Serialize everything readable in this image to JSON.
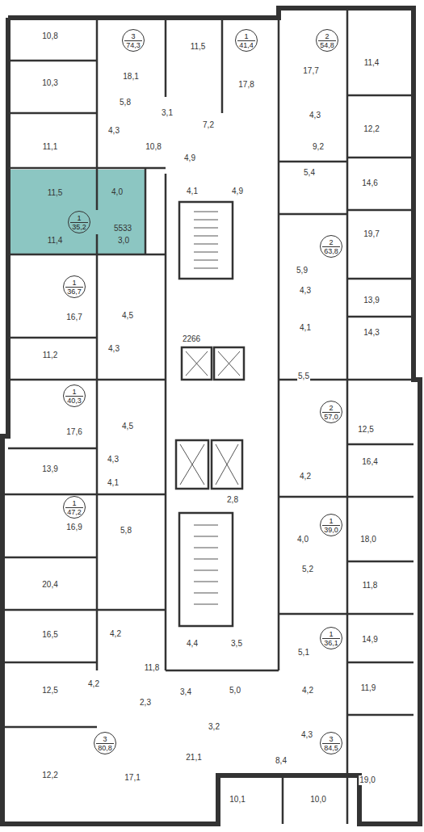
{
  "diagram": {
    "nodes": [
      {
        "text": [
          "3",
          "74,3"
        ]
      },
      {
        "text": [
          "1",
          "41,4"
        ]
      },
      {
        "text": [
          "2",
          "54,8"
        ]
      },
      {
        "text": [
          "1",
          "35,2"
        ]
      },
      {
        "text": [
          "2",
          "63,8"
        ]
      },
      {
        "text": [
          "1",
          "36,7"
        ]
      },
      {
        "text": [
          "1",
          "40,3"
        ]
      },
      {
        "text": [
          "2",
          "57,0"
        ]
      },
      {
        "text": [
          "1",
          "47,2"
        ]
      },
      {
        "text": [
          "1",
          "39,0"
        ]
      },
      {
        "text": [
          "1",
          "36,1"
        ]
      },
      {
        "text": [
          "3",
          "84,5"
        ]
      },
      {
        "text": [
          "3",
          "80,8"
        ]
      }
    ],
    "labels": [
      "10,8",
      "18,1",
      "11,5",
      "17,8",
      "17,7",
      "11,4",
      "10,3",
      "5,8",
      "3,1",
      "4,3",
      "12,2",
      "11,1",
      "4,3",
      "10,8",
      "7,2",
      "4,9",
      "9,2",
      "5,4",
      "14,6",
      "4,1",
      "4,9",
      "11,5",
      "4,0",
      "5533",
      "11,4",
      "3,0",
      "19,7",
      "5,9",
      "4,3",
      "13,9",
      "16,7",
      "4,5",
      "2266",
      "4,1",
      "14,3",
      "11,2",
      "4,3",
      "5,5",
      "12,5",
      "17,6",
      "4,5",
      "13,9",
      "4,3",
      "4,2",
      "16,4",
      "4,1",
      "2,8",
      "16,9",
      "5,8",
      "18,0",
      "4,0",
      "5,2",
      "11,8",
      "20,4",
      "16,5",
      "4,2",
      "14,9",
      "4,4",
      "3,5",
      "5,1",
      "11,8",
      "12,5",
      "4,2",
      "3,4",
      "5,0",
      "4,2",
      "11,9",
      "2,3",
      "3,2",
      "4,3",
      "21,1",
      "17,1",
      "8,4",
      "19,0",
      "12,2",
      "10,1",
      "10,0"
    ]
  }
}
